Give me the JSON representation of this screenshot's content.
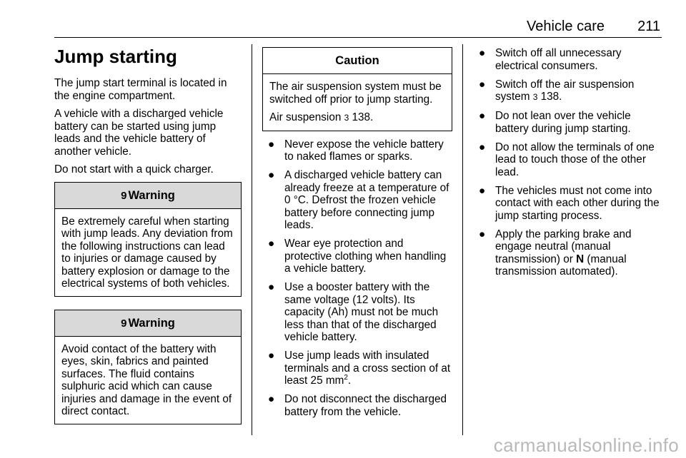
{
  "header": {
    "title": "Vehicle care",
    "page_number": "211"
  },
  "col1": {
    "heading": "Jump starting",
    "paragraphs": [
      "The jump start terminal is located in the engine compartment.",
      "A vehicle with a discharged vehicle battery can be started using jump leads and the vehicle battery of another vehicle.",
      "Do not start with a quick charger."
    ],
    "warning1": {
      "symbol": "9",
      "title": "Warning",
      "text": "Be extremely careful when starting with jump leads. Any deviation from the following instructions can lead to injuries or damage caused by battery explosion or damage to the electrical systems of both vehicles."
    },
    "warning2": {
      "symbol": "9",
      "title": "Warning",
      "text": "Avoid contact of the battery with eyes, skin, fabrics and painted surfaces. The fluid contains sulphuric acid which can cause injuries and damage in the event of direct contact."
    }
  },
  "col2": {
    "caution": {
      "title": "Caution",
      "text": "The air suspension system must be switched off prior to jump starting.",
      "ref_text": "Air suspension",
      "ref_arrow": "3",
      "ref_page": "138."
    },
    "bullets": [
      "Never expose the vehicle battery to naked flames or sparks.",
      "A discharged vehicle battery can already freeze at a temperature of 0 °C. Defrost the frozen vehicle battery before connecting jump leads.",
      "Wear eye protection and protective clothing when handling a vehicle battery.",
      "Use a booster battery with the same voltage (12 volts). Its capacity (Ah) must not be much less than that of the discharged vehicle battery.",
      "Use jump leads with insulated terminals and a cross section of at least 25 mm",
      "Do not disconnect the discharged battery from the vehicle."
    ],
    "superscript": "2",
    "superscript_suffix": "."
  },
  "col3": {
    "bullets": [
      "Switch off all unnecessary electrical consumers.",
      "Switch off the air suspension system",
      "Do not lean over the vehicle battery during jump starting.",
      "Do not allow the terminals of one lead to touch those of the other lead.",
      "The vehicles must not come into contact with each other during the jump starting process.",
      "Apply the parking brake and engage neutral (manual transmission) or"
    ],
    "bullet2_arrow": "3",
    "bullet2_page": "138.",
    "bullet6_bold": "N",
    "bullet6_suffix": "(manual transmission automated)."
  },
  "bullet_symbol": "●",
  "watermark": "carmanualsonline.info"
}
